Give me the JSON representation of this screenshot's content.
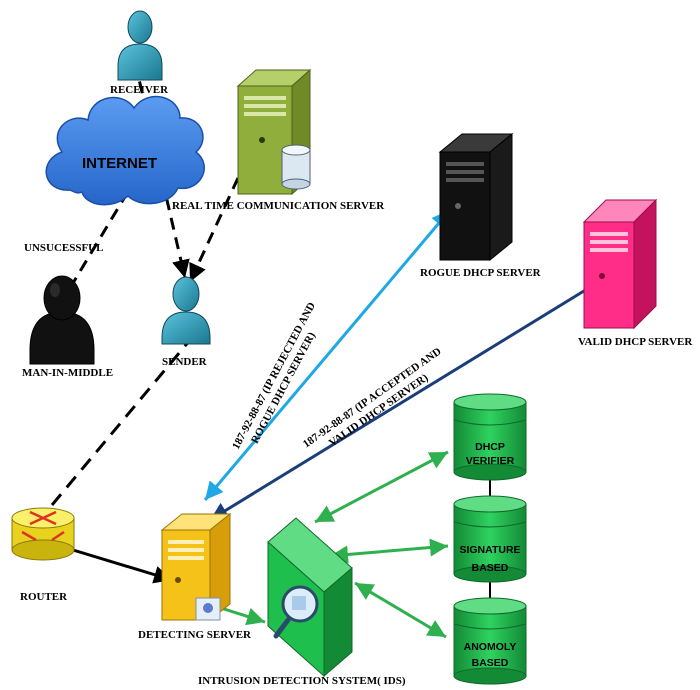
{
  "labels": {
    "receiver": "RECEIVER",
    "internet": "INTERNET",
    "rtc_server": "REAL TIME COMMUNICATION SERVER",
    "unsuccessful": "UNSUCESSFUL",
    "man_in_middle": "MAN-IN-MIDDLE",
    "sender": "SENDER",
    "rogue_dhcp": "ROGUE DHCP SERVER",
    "valid_dhcp": "VALID DHCP SERVER",
    "router": "ROUTER",
    "detecting_server": "DETECTING SERVER",
    "ids": "INTRUSION DETECTION SYSTEM( IDS)",
    "rejected_line1": "187-92-88-87 (IP REJECTED AND",
    "rejected_line2": "ROGUE DHCP SERVER)",
    "accepted_line1": "187-92-88-87 (IP ACCEPTED AND",
    "accepted_line2": "VALID DHCP SERVER)",
    "db_dhcp_verifier_1": "DHCP",
    "db_dhcp_verifier_2": "VERIFIER",
    "db_signature_1": "SIGNATURE",
    "db_signature_2": "BASED",
    "db_anomaly_1": "ANOMOLY",
    "db_anomaly_2": "BASED"
  },
  "colors": {
    "cloud": "#3a7ee6",
    "person_blue": "#2f9bb8",
    "person_black": "#111111",
    "rtc_server": "#8aa83a",
    "rogue_server": "#111111",
    "valid_server": "#ff2d87",
    "router": "#f5e83a",
    "detecting_server": "#f5c21a",
    "ids": "#1fbf4e",
    "database": "#1fbf4e",
    "link_rogue": "#1fa8e6",
    "link_valid": "#1a3e7a",
    "link_ids": "#2eb04f"
  },
  "icons": [
    "person-icon",
    "cloud-icon",
    "server-icon",
    "router-icon",
    "database-icon",
    "magnifier-icon"
  ]
}
